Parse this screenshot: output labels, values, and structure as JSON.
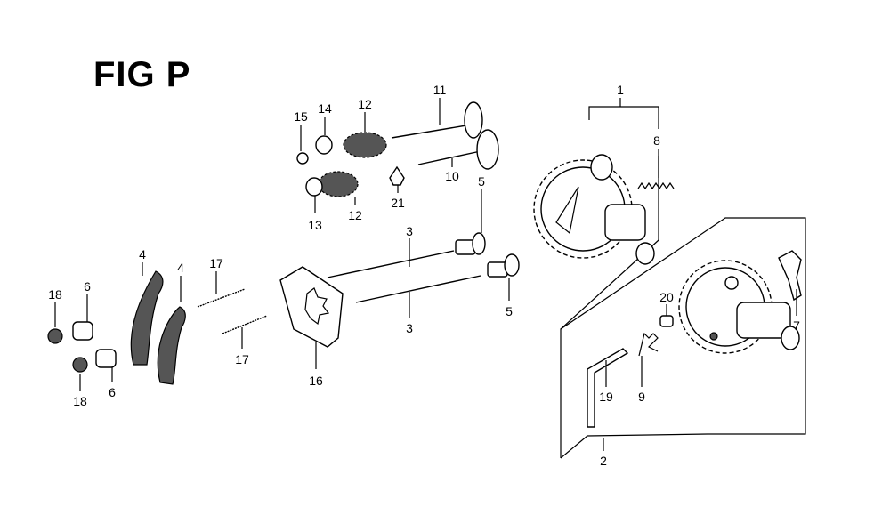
{
  "figure": {
    "title": "FIG P",
    "callouts": {
      "c1": "1",
      "c8": "8",
      "c15": "15",
      "c14": "14",
      "c12a": "12",
      "c11": "11",
      "c13": "13",
      "c12b": "12",
      "c21": "21",
      "c10": "10",
      "c5a": "5",
      "c3a": "3",
      "c3b": "3",
      "c5b": "5",
      "c4a": "4",
      "c4b": "4",
      "c17a": "17",
      "c17b": "17",
      "c18a": "18",
      "c6a": "6",
      "c18b": "18",
      "c6b": "6",
      "c16": "16",
      "c20": "20",
      "c7": "7",
      "c19": "19",
      "c9": "9",
      "c2": "2"
    }
  }
}
